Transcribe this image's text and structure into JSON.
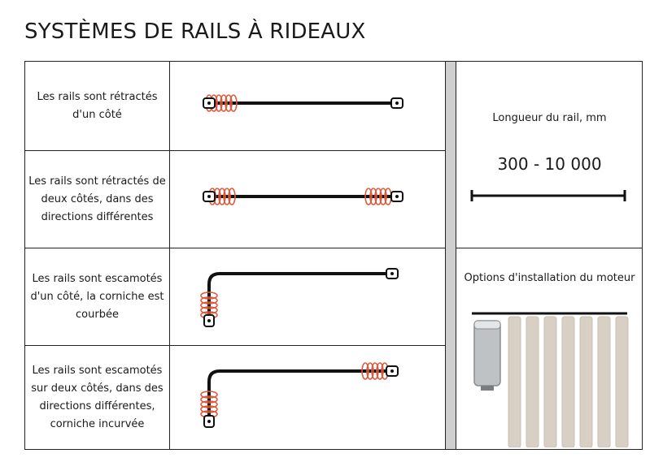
{
  "title": "SYSTÈMES DE RAILS À RIDEAUX",
  "rows": [
    {
      "text": "Les rails sont rétractés d'un côté"
    },
    {
      "text": "Les rails sont rétractés de deux côtés, dans des directions différentes"
    },
    {
      "text": "Les rails sont escamotés d'un côté, la corniche est courbée"
    },
    {
      "text": "Les rails sont escamotés sur deux côtés, dans des directions différentes, corniche incurvée"
    }
  ],
  "length": {
    "label": "Longueur du rail, mm",
    "value": "300 - 10 000"
  },
  "motor": {
    "label": "Options d'installation du moteur"
  },
  "colors": {
    "rail": "#111111",
    "coil": "#e0593c",
    "panel": "#d8d0c4",
    "separator": "#cfcfcf",
    "motor": "#bfc2c5"
  }
}
